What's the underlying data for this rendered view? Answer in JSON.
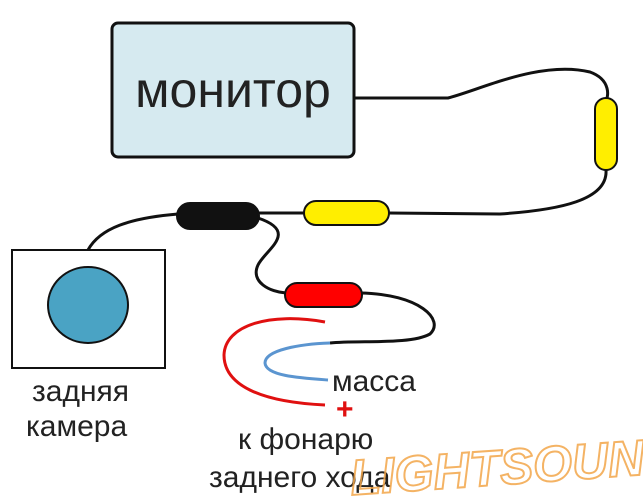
{
  "monitor": {
    "label": "монитор"
  },
  "camera": {
    "label_line1": "задняя",
    "label_line2": "камера"
  },
  "ground": {
    "label": "масса"
  },
  "power": {
    "sign": "+",
    "label_line1": "к фонарю",
    "label_line2": "заднего хода"
  },
  "watermark": {
    "text": "LIGHTSOUND"
  },
  "colors": {
    "monitor_fill": "#d6eaf0",
    "camera_lens": "#4aa3c4",
    "connector_yellow": "#ffee00",
    "connector_black": "#111111",
    "connector_red": "#ff0000",
    "wire_black": "#111111",
    "wire_red": "#e01010",
    "wire_blue": "#5b95d0",
    "plus_sign": "#e01010",
    "watermark": "#f3a64a"
  }
}
